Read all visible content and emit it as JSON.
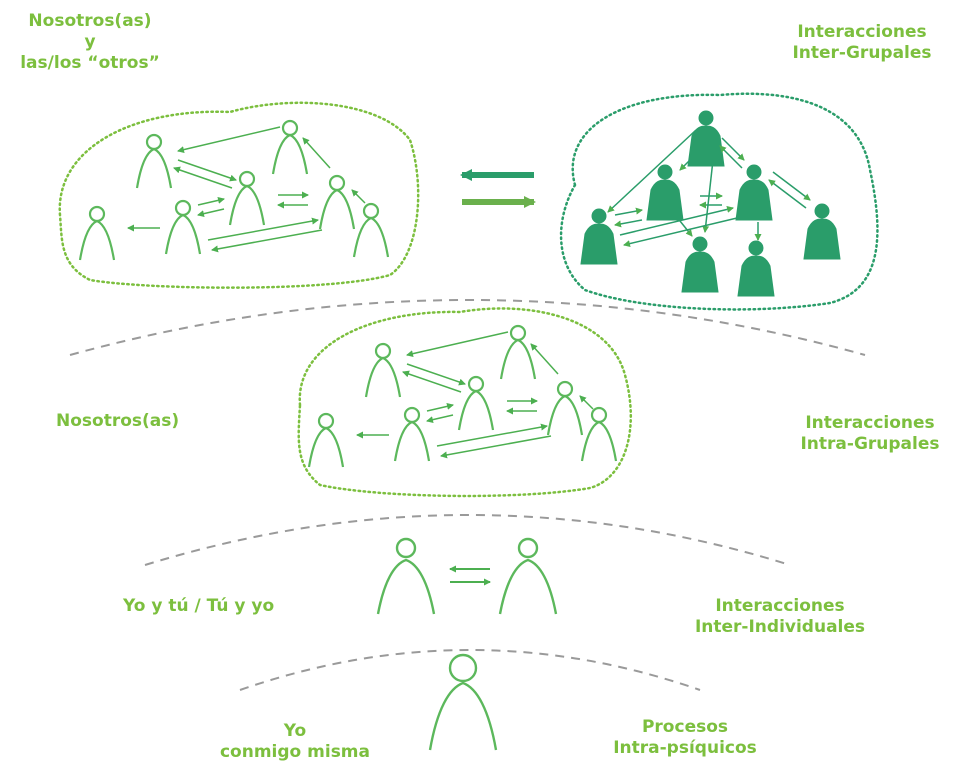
{
  "colors": {
    "text": "#7cbf3e",
    "outline": "#5cb85c",
    "arrow": "#4caf50",
    "filled": "#2a9d6a",
    "arc": "#9a9a9a",
    "arrow_light": "#6ab04c"
  },
  "labels": {
    "top_left": [
      "Nosotros(as)",
      "y",
      "las/los “otros”"
    ],
    "top_right": [
      "Interacciones",
      "Inter-Grupales"
    ],
    "mid_left": "Nosotros(as)",
    "mid_right": [
      "Interacciones",
      "Intra-Grupales"
    ],
    "lower_left": "Yo y tú / Tú y yo",
    "lower_right": [
      "Interacciones",
      "Inter-Individuales"
    ],
    "bottom_left": [
      "Yo",
      "conmigo misma"
    ],
    "bottom_right": [
      "Procesos",
      "Intra-psíquicos"
    ]
  }
}
